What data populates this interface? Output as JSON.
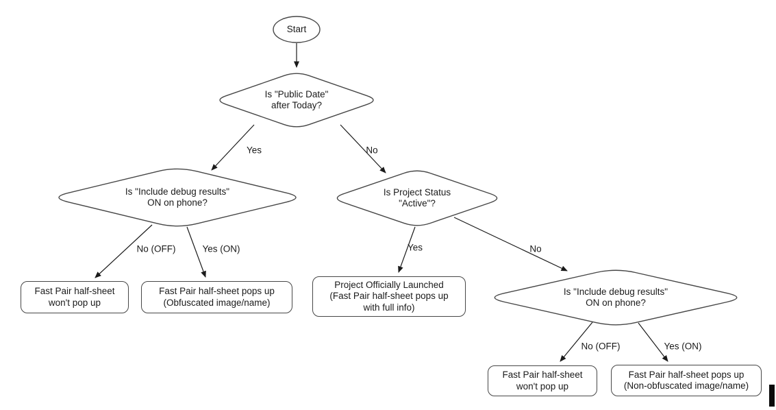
{
  "nodes": {
    "start": {
      "label": "Start"
    },
    "public_date": {
      "label": "Is \"Public Date\"\nafter Today?"
    },
    "debug_left": {
      "label": "Is \"Include debug results\"\nON on phone?"
    },
    "project_status": {
      "label": "Is Project Status\n\"Active\"?"
    },
    "debug_right": {
      "label": "Is \"Include debug results\"\nON on phone?"
    },
    "wont_popup_left": {
      "label": "Fast Pair half-sheet\nwon't pop up"
    },
    "obfuscated": {
      "label": "Fast Pair half-sheet pops up\n(Obfuscated image/name)"
    },
    "launched": {
      "label": "Project Officially Launched\n(Fast Pair half-sheet pops up\nwith full info)"
    },
    "wont_popup_right": {
      "label": "Fast Pair half-sheet\nwon't pop up"
    },
    "non_obfuscated": {
      "label": "Fast Pair half-sheet pops up\n(Non-obfuscated image/name)"
    }
  },
  "edges": {
    "yes_public_date": {
      "label": "Yes"
    },
    "no_public_date": {
      "label": "No"
    },
    "no_off_left": {
      "label": "No (OFF)"
    },
    "yes_on_left": {
      "label": "Yes (ON)"
    },
    "yes_project_status": {
      "label": "Yes"
    },
    "no_project_status": {
      "label": "No"
    },
    "no_off_right": {
      "label": "No (OFF)"
    },
    "yes_on_right": {
      "label": "Yes (ON)"
    }
  },
  "colors": {
    "background": "#ffffff",
    "shape_stroke": "#464646",
    "arrow": "#1a1a1a",
    "text": "#1a1a1a",
    "caret": "#0b0b0b"
  }
}
